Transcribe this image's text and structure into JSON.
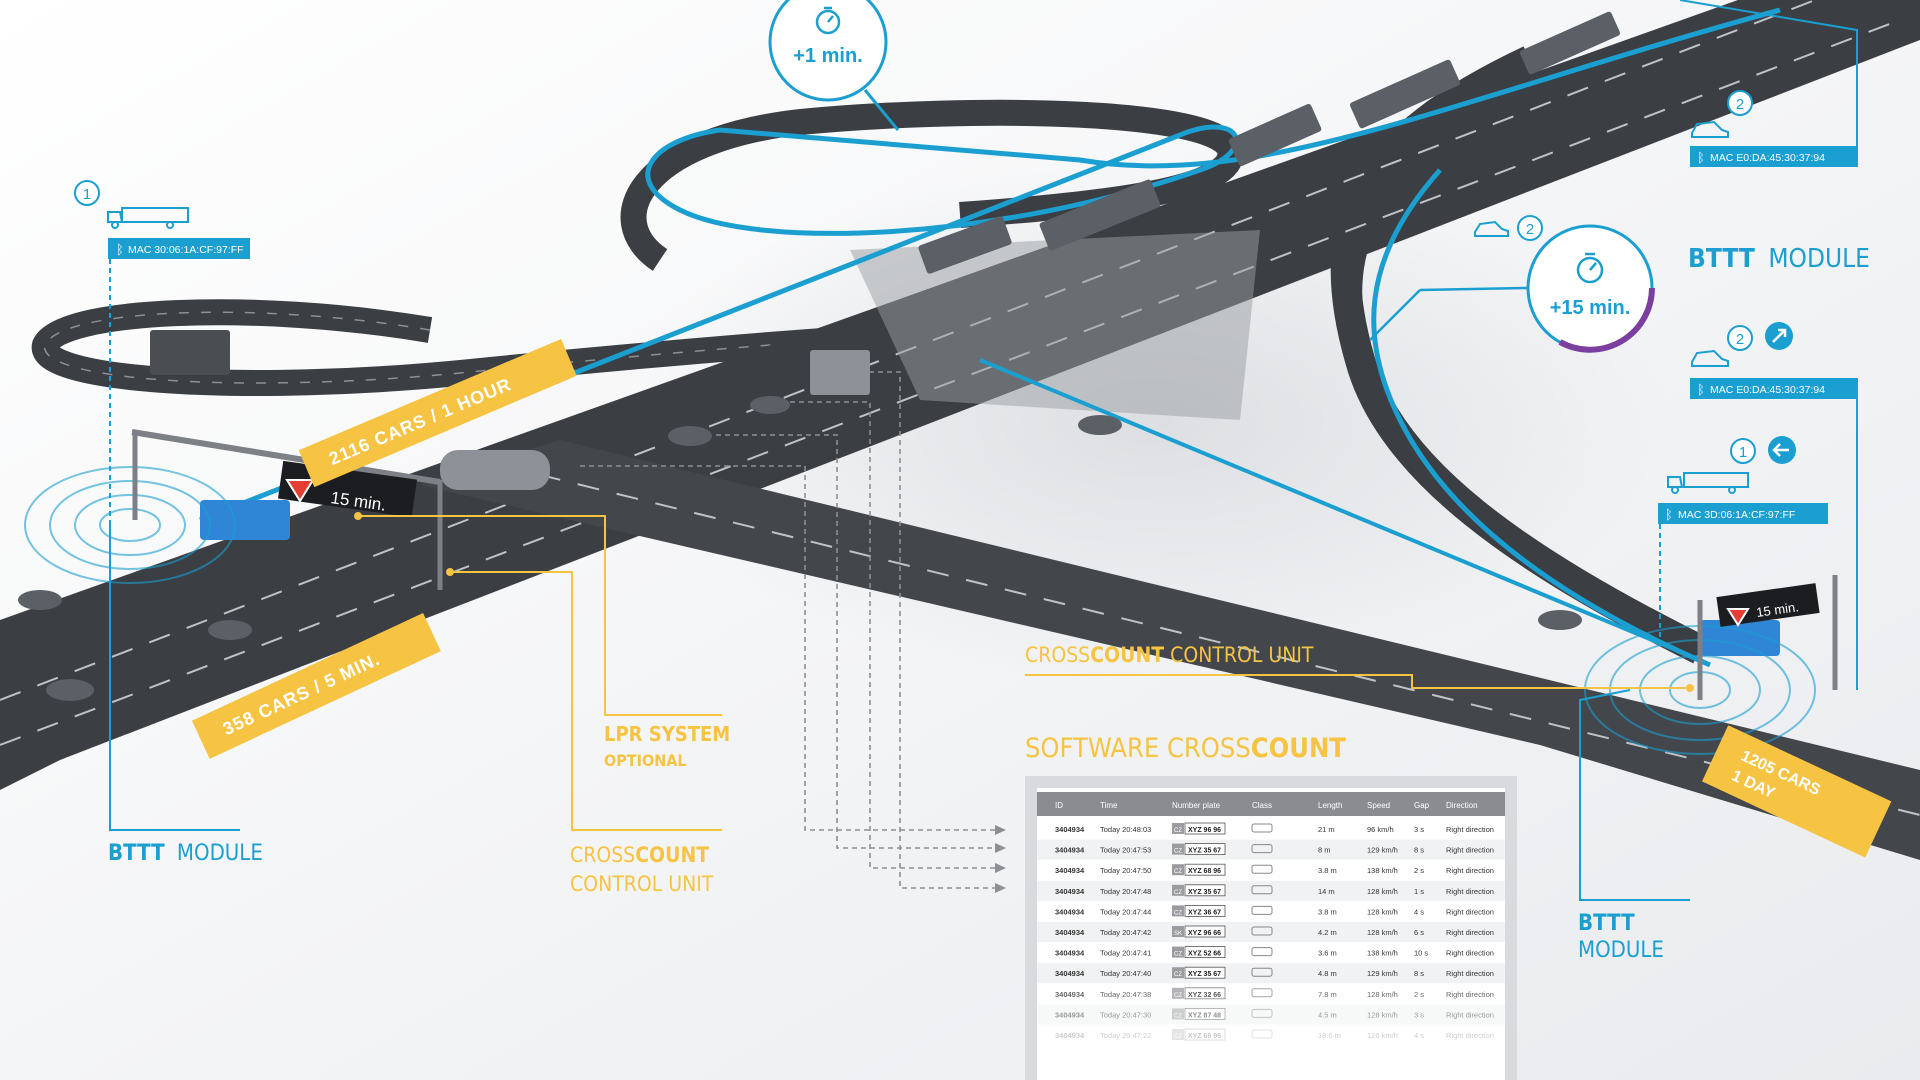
{
  "colors": {
    "accent_blue": "#1b9fd1",
    "accent_yellow": "#f6c343",
    "road": "#3b3e43",
    "background": "#f3f4f6",
    "text_dark": "#2a2a2a"
  },
  "callouts": {
    "timer_top": "+1 min.",
    "timer_right": "+15 min."
  },
  "flow_labels": {
    "cars_hour": "2116 CARS / 1 HOUR",
    "cars_5min": "358 CARS / 5 MIN.",
    "cars_day_line1": "1205 CARS",
    "cars_day_line2": "1 DAY"
  },
  "signs": {
    "left_sign": "15 min.",
    "right_sign": "15 min."
  },
  "devices": {
    "left_number": "1",
    "left_mac": "MAC 30:06:1A:CF:97:FF",
    "right_top_number": "2",
    "right_top_mac": "MAC E0:DA:45:30:37:94",
    "right_mid_number": "2",
    "right_mid_mac": "MAC E0:DA:45:30:37:94",
    "right_low_number": "1",
    "right_low_mac": "MAC 3D:06:1A:CF:97:FF",
    "right_timer_number": "2"
  },
  "labels": {
    "bttt_left_bold": "BTTT",
    "bttt_left_rest": "MODULE",
    "bttt_right_top_bold": "BTTT",
    "bttt_right_top_rest": "MODULE",
    "bttt_right_low_line1": "BTTT",
    "bttt_right_low_line2": "MODULE",
    "lpr_title": "LPR SYSTEM",
    "lpr_sub": "OPTIONAL",
    "cc_left_bold": "CROSS",
    "cc_left_bold2": "COUNT",
    "cc_left_line2": "CONTROL UNIT",
    "cc_right_a": "CROSS",
    "cc_right_b": "COUNT",
    "cc_right_c": "CONTROL UNIT",
    "sw_a": "SOFTWARE CROSS",
    "sw_b": "COUNT"
  },
  "software_table": {
    "columns": [
      "ID",
      "Time",
      "Number plate",
      "Class",
      "Length",
      "Speed",
      "Gap",
      "Direction"
    ],
    "rows": [
      {
        "id": "3404934",
        "time": "Today 20:48:03",
        "plate_tag": "CZ",
        "plate": "XYZ 96 96",
        "length": "21 m",
        "speed": "96 km/h",
        "gap": "3 s",
        "direction": "Right direction"
      },
      {
        "id": "3404934",
        "time": "Today 20:47:53",
        "plate_tag": "CZ",
        "plate": "XYZ 35 67",
        "length": "8 m",
        "speed": "129 km/h",
        "gap": "8 s",
        "direction": "Right direction"
      },
      {
        "id": "3404934",
        "time": "Today 20:47:50",
        "plate_tag": "CZ",
        "plate": "XYZ 68 96",
        "length": "3.8 m",
        "speed": "138 km/h",
        "gap": "2 s",
        "direction": "Right direction"
      },
      {
        "id": "3404934",
        "time": "Today 20:47:48",
        "plate_tag": "CZ",
        "plate": "XYZ 35 67",
        "length": "14 m",
        "speed": "128 km/h",
        "gap": "1 s",
        "direction": "Right direction"
      },
      {
        "id": "3404934",
        "time": "Today 20:47:44",
        "plate_tag": "CZ",
        "plate": "XYZ 36 67",
        "length": "3.8 m",
        "speed": "128 km/h",
        "gap": "4 s",
        "direction": "Right direction"
      },
      {
        "id": "3404934",
        "time": "Today 20:47:42",
        "plate_tag": "SK",
        "plate": "XYZ 96 66",
        "length": "4.2 m",
        "speed": "128 km/h",
        "gap": "6 s",
        "direction": "Right direction"
      },
      {
        "id": "3404934",
        "time": "Today 20:47:41",
        "plate_tag": "CZ",
        "plate": "XYZ 52 66",
        "length": "3.6 m",
        "speed": "138 km/h",
        "gap": "10 s",
        "direction": "Right direction"
      },
      {
        "id": "3404934",
        "time": "Today 20:47:40",
        "plate_tag": "CZ",
        "plate": "XYZ 35 67",
        "length": "4.8 m",
        "speed": "129 km/h",
        "gap": "8 s",
        "direction": "Right direction"
      },
      {
        "id": "3404934",
        "time": "Today 20:47:38",
        "plate_tag": "CZ",
        "plate": "XYZ 32 66",
        "length": "7.8 m",
        "speed": "128 km/h",
        "gap": "2 s",
        "direction": "Right direction"
      },
      {
        "id": "3404934",
        "time": "Today 20:47:30",
        "plate_tag": "CZ",
        "plate": "XYZ 87 48",
        "length": "4.5 m",
        "speed": "128 km/h",
        "gap": "3 s",
        "direction": "Right direction"
      },
      {
        "id": "3404934",
        "time": "Today 20:47:22",
        "plate_tag": "CZ",
        "plate": "XYZ 66 96",
        "length": "18.6 m",
        "speed": "126 km/h",
        "gap": "4 s",
        "direction": "Right direction"
      }
    ]
  }
}
